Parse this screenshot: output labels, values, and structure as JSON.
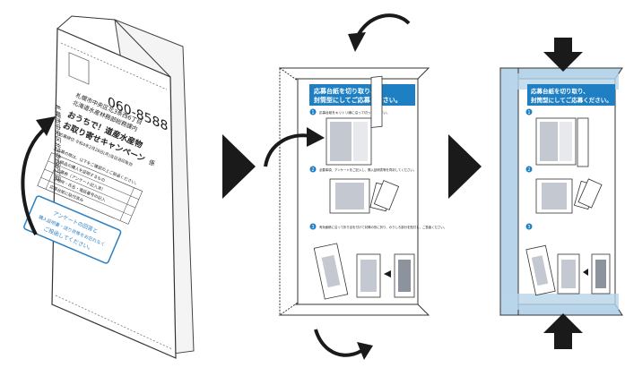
{
  "envelope": {
    "postal_code": "060-8588",
    "address_line1": "札幌市中央区北3条西6丁目",
    "address_line2": "北海道水産林務部総務課内",
    "campaign_line1": "おうちで！道産水産物",
    "campaign_line2": "お取り寄せキャンペーン",
    "campaign_suffix": "係",
    "deadline": "応募締切 令和4年2月28日(月)当日消印有効",
    "checklist_title": "ご応募の際は、以下をご確認の上ご投函ください。",
    "checklist_items": [
      "商品の購入を証明するもの",
      "応募券（アンケート記入済）",
      "ご住所・氏名・電話番号の記入",
      "応募台紙に貼付済み"
    ],
    "notice": [
      "アンケートの回答と",
      "購入証明書・送り状等をお忘れなく",
      "ご投函してください。"
    ]
  },
  "sheet": {
    "header_line1": "応募台紙を切り取り、",
    "header_line2": "封筒型にしてご応募ください。",
    "step1_num": "1",
    "step1_text": "応募台紙をキリトリ線に沿って切ってください。",
    "step2_num": "2",
    "step2_text": "必要事項、アンケートをご記入し、購入証明書等を同封してください。",
    "step3_num": "3",
    "step3_text": "有効面積に沿って折り目を付けて封筒の形に折り、のりしろ部分を貼付し、ご投函ください。"
  },
  "colors": {
    "header_blue": "#1e7fc3",
    "highlight_blue": "#b8d4ea",
    "ink": "#1a1a1a"
  }
}
